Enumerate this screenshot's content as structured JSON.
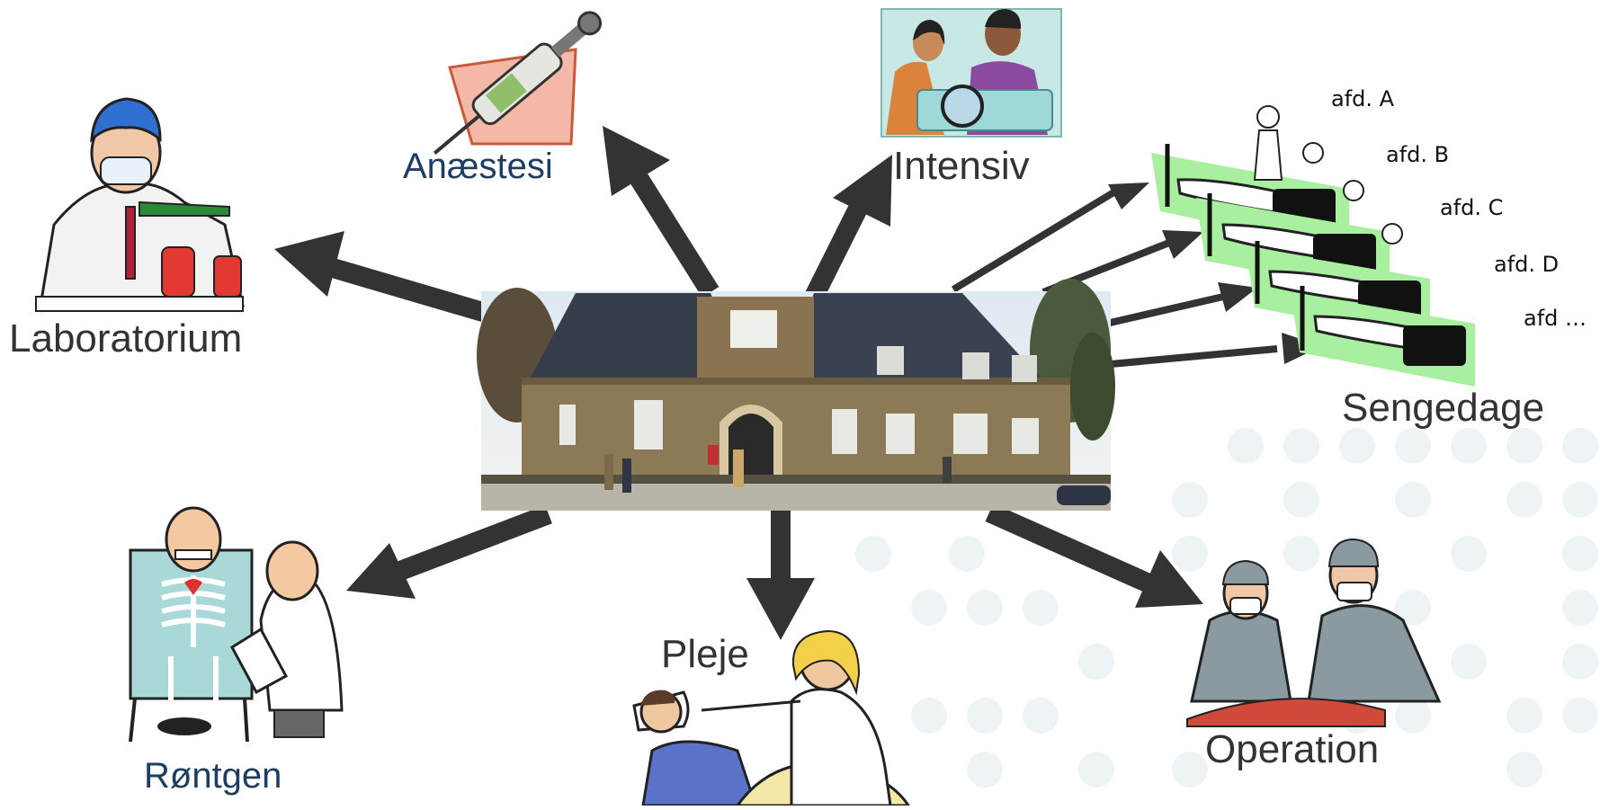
{
  "labels": {
    "laboratorium": "Laboratorium",
    "anaestesi": "Anæstesi",
    "intensiv": "Intensiv",
    "sengedage": "Sengedage",
    "roentgen": "Røntgen",
    "pleje": "Pleje",
    "operation": "Operation"
  },
  "afd": [
    "afd. A",
    "afd. B",
    "afd. C",
    "afd. D",
    "afd …"
  ],
  "colors": {
    "arrow": "#333333",
    "label_dark": "#333333",
    "label_blue": "#1f3c61",
    "dots": "#eef3f6",
    "bed_green": "#a8f0a0"
  },
  "icons": {
    "center": "hospital-building-photo",
    "laboratorium": "lab-technician-icon",
    "anaestesi": "syringe-icon",
    "intensiv": "intensive-care-icon",
    "sengedage": "hospital-beds-icon",
    "roentgen": "xray-doctor-icon",
    "pleje": "nurse-patient-icon",
    "operation": "surgeons-icon"
  }
}
